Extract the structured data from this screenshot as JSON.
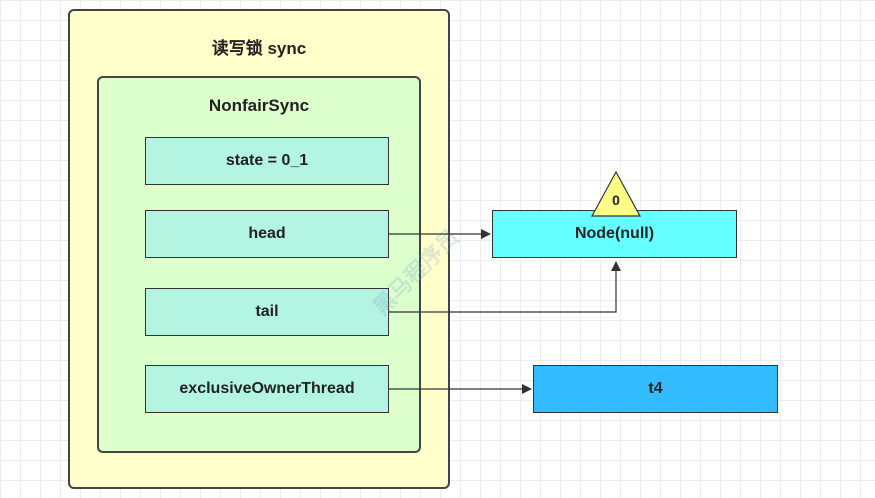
{
  "outer": {
    "title": "读写锁 sync"
  },
  "inner": {
    "title": "NonfairSync"
  },
  "fields": {
    "state": "state = 0_1",
    "head": "head",
    "tail": "tail",
    "owner": "exclusiveOwnerThread"
  },
  "node": {
    "label": "Node(null)",
    "badge": "0"
  },
  "thread": {
    "label": "t4"
  },
  "watermark": "黑马程序员",
  "colors": {
    "outer_fill": "#ffffcc",
    "inner_fill": "#ddffcc",
    "field_fill": "#b3f5e0",
    "node_fill": "#66ffff",
    "thread_fill": "#33bbff",
    "badge_fill": "#ffff88"
  }
}
